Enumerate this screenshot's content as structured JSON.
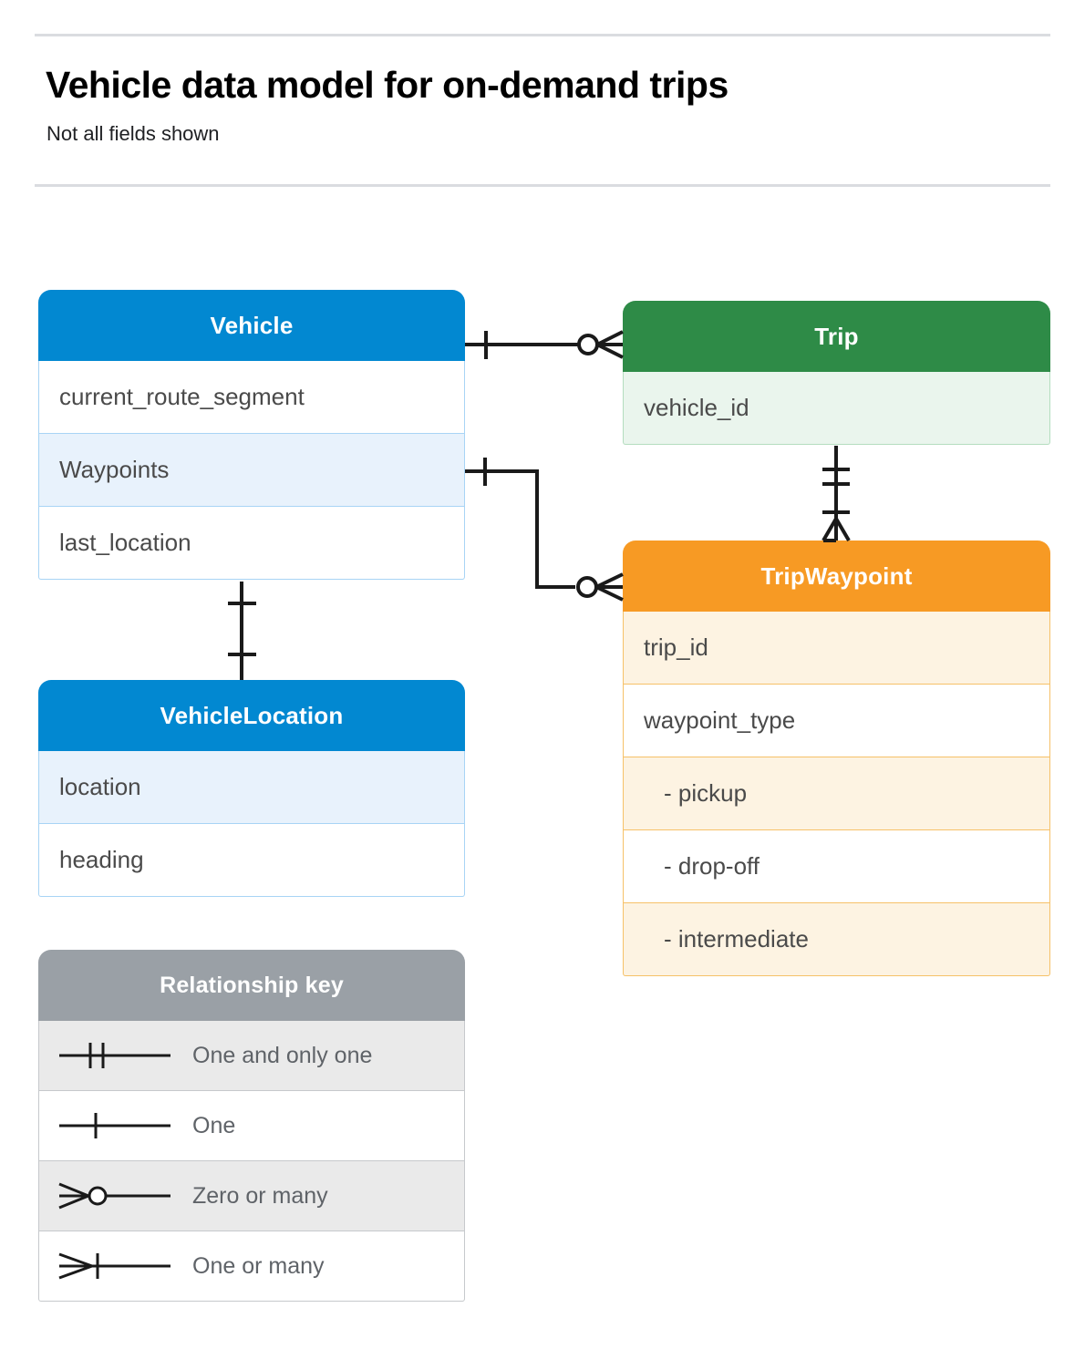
{
  "header": {
    "title": "Vehicle data model for on-demand trips",
    "subtitle": "Not all fields shown"
  },
  "entities": [
    {
      "name": "Vehicle",
      "color": "#0288d1",
      "fields": [
        "current_route_segment",
        "Waypoints",
        "last_location"
      ]
    },
    {
      "name": "Trip",
      "color": "#2e8b47",
      "fields": [
        "vehicle_id"
      ]
    },
    {
      "name": "TripWaypoint",
      "color": "#f79a24",
      "fields": [
        "trip_id",
        "waypoint_type",
        "-  pickup",
        "-  drop-off",
        "-  intermediate"
      ]
    },
    {
      "name": "VehicleLocation",
      "color": "#0288d1",
      "fields": [
        "location",
        "heading"
      ]
    }
  ],
  "legend": {
    "title": "Relationship key",
    "color": "#9aa0a6",
    "rows": [
      {
        "symbol": "one-and-only-one-icon",
        "label": "One and only one"
      },
      {
        "symbol": "one-icon",
        "label": "One"
      },
      {
        "symbol": "zero-or-many-icon",
        "label": "Zero or many"
      },
      {
        "symbol": "one-or-many-icon",
        "label": "One or many"
      }
    ]
  },
  "relationships": [
    {
      "from": "Vehicle",
      "from_field": "Vehicle",
      "to": "Trip",
      "from_card": "one",
      "to_card": "zero-or-many"
    },
    {
      "from": "Vehicle",
      "from_field": "Waypoints",
      "to": "TripWaypoint",
      "from_card": "one",
      "to_card": "zero-or-many"
    },
    {
      "from": "Trip",
      "from_field": "vehicle_id",
      "to": "TripWaypoint",
      "from_card": "one-and-only-one",
      "to_card": "one-or-many"
    },
    {
      "from": "Vehicle",
      "from_field": "last_location",
      "to": "VehicleLocation",
      "from_card": "one-and-only-one",
      "to_card": "one-and-only-one"
    }
  ]
}
